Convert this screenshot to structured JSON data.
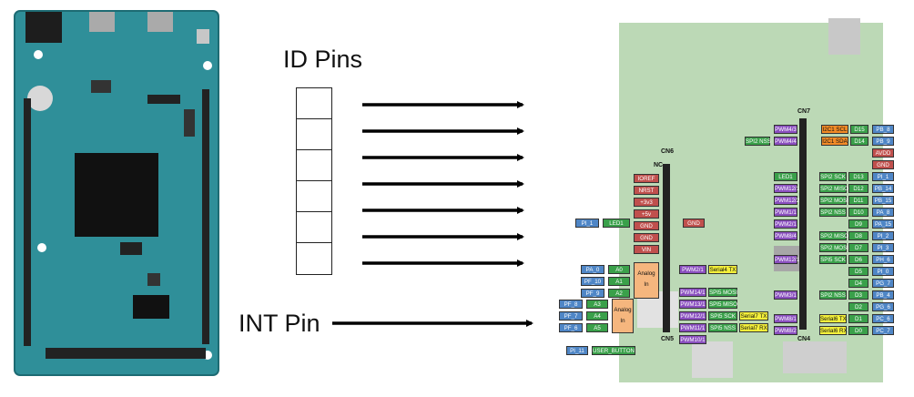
{
  "labels": {
    "id_pins": "ID Pins",
    "int_pin": "INT Pin"
  },
  "id_pin_count": 6,
  "arrows": {
    "id_count": 7,
    "color": "#000000"
  },
  "connectors": {
    "cn6": "CN6",
    "cn7": "CN7",
    "cn5": "CN5",
    "cn4": "CN4",
    "nc": "NC"
  },
  "pins": {
    "cn6_power": [
      "IOREF",
      "NRST",
      "+3v3",
      "+5v",
      "GND",
      "GND",
      "VIN"
    ],
    "gnd_right": "GND",
    "pi1": "PI_1",
    "led1_left": "LED1",
    "analog_in": "Analog In",
    "a_left_ports": [
      "PA_0",
      "PF_10",
      "PF_9"
    ],
    "a_left_names": [
      "A0",
      "A1",
      "A2"
    ],
    "a_lower_ports": [
      "PF_8",
      "PF_7",
      "PF_6"
    ],
    "a_lower_names": [
      "A3",
      "A4",
      "A5"
    ],
    "cn5_pwm": [
      "PWM2/1",
      "PWM14/1",
      "PWM13/1",
      "PWM12/1",
      "PWM11/1",
      "PWM10/1"
    ],
    "cn5_func": [
      "Serial4 TX",
      "",
      "SPI5 MOSI",
      "SPI5 MISO",
      "SPI5 SCK",
      "SPI5 NSS"
    ],
    "cn5_serial7": [
      "Serial7 TX",
      "Serial7 RX"
    ],
    "pi11": "PI_11",
    "user_button": "USER_BUTTON",
    "cn7_top_pwm": [
      "PWM4/3",
      "PWM4/4"
    ],
    "spi2_nss_left": "SPI2 NSS",
    "i2c": [
      "I2C1 SCL",
      "I2C1 SDA"
    ],
    "d_top": [
      "D15",
      "D14"
    ],
    "avdd": "AVDD",
    "gnd_cn7": "GND",
    "led1_cn7": "LED1",
    "cn7_pwm": [
      "PWM12/1",
      "PWM12/2",
      "PWM1/1",
      "PWM2/1",
      "PWM8/4"
    ],
    "cn7_spi": [
      "SPI2 SCK",
      "SPI2 MISO",
      "SPI2 MOSI",
      "SPI2 NSS",
      "",
      "SPI2 MISO"
    ],
    "cn7_d": [
      "D13",
      "D12",
      "D11",
      "D10",
      "D9",
      "D8"
    ],
    "cn7_ports": [
      "PB_8",
      "PB_9",
      "PI_1",
      "PB_14",
      "PB_15",
      "PA_8",
      "PA_15",
      "PI_2"
    ],
    "cn4_spi": [
      "SPI2 MOSI",
      "SPI5 SCK"
    ],
    "cn4_pwm": [
      "PWM12/1",
      "PWM3/1",
      "PWM8/1",
      "PWM8/2"
    ],
    "cn4_spi2nss": "SPI2 NSS",
    "cn4_serial": [
      "Serial6 TX",
      "Serial6 RX"
    ],
    "cn4_d": [
      "D7",
      "D6",
      "D5",
      "D4",
      "D3",
      "D2",
      "D1",
      "D0"
    ],
    "cn4_ports": [
      "PI_3",
      "PH_6",
      "PI_0",
      "PG_7",
      "PB_4",
      "PG_6",
      "PC_6",
      "PC_7"
    ]
  }
}
